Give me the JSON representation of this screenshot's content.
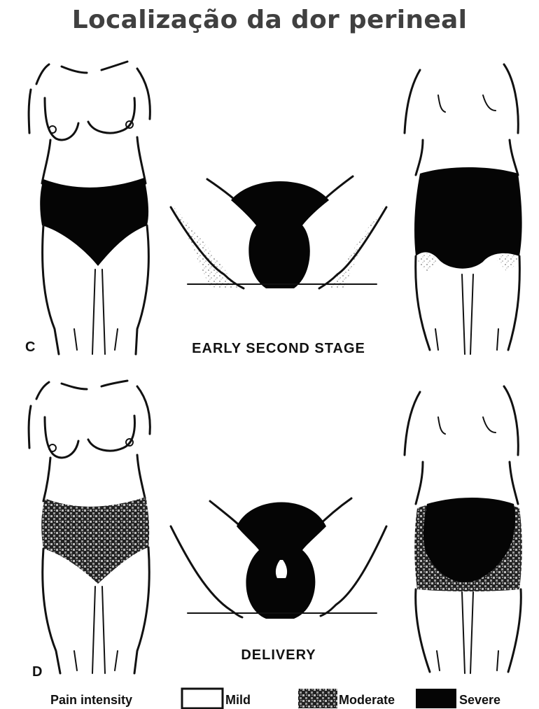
{
  "title": "Localização da dor perineal",
  "panels": [
    {
      "letter": "C",
      "caption": "EARLY SECOND STAGE"
    },
    {
      "letter": "D",
      "caption": "DELIVERY"
    }
  ],
  "legend": {
    "label": "Pain intensity",
    "items": [
      {
        "label": "Mild",
        "color": "#ffffff"
      },
      {
        "label": "Moderate",
        "color": "#555555"
      },
      {
        "label": "Severe",
        "color": "#050505"
      }
    ]
  }
}
